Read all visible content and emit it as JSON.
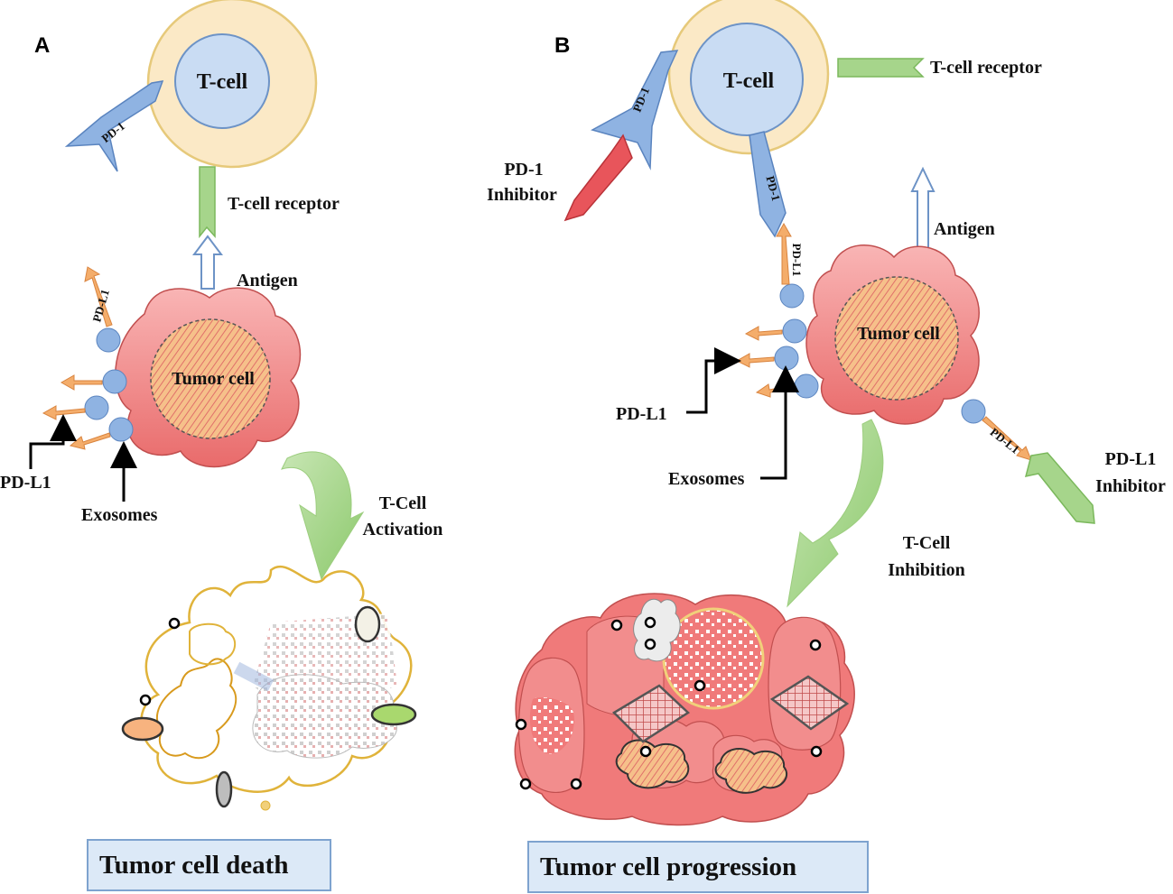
{
  "panels": {
    "a": "A",
    "b": "B"
  },
  "panel_a": {
    "t_cell": "T-cell",
    "pd1": "PD-1",
    "tcr": "T-cell receptor",
    "antigen": "Antigen",
    "tumor": "Tumor cell",
    "pdl1_small": "PD-L1",
    "pdl1": "PD-L1",
    "exosomes": "Exosomes",
    "activation_1": "T-Cell",
    "activation_2": "Activation",
    "outcome": "Tumor cell death"
  },
  "panel_b": {
    "t_cell": "T-cell",
    "pd1_top": "PD-1",
    "pd1_bottom": "PD-1",
    "tcr": "T-cell receptor",
    "pd1_inhibitor_1": "PD-1",
    "pd1_inhibitor_2": "Inhibitor",
    "antigen": "Antigen",
    "tumor": "Tumor cell",
    "pdl1_small_top": "PD-L1",
    "pdl1_small_right": "PD-L1",
    "pdl1": "PD-L1",
    "exosomes": "Exosomes",
    "pdl1_inhibitor_1": "PD-L1",
    "pdl1_inhibitor_2": "Inhibitor",
    "inhibition_1": "T-Cell",
    "inhibition_2": "Inhibition",
    "outcome": "Tumor cell progression"
  },
  "colors": {
    "tcell_outer": "#fbe9c6",
    "tcell_inner": "#c9dcf3",
    "receptor_green": "#a6d58b",
    "pd1_blue": "#7ea6dc",
    "pdl1_orange": "#f4ad6b",
    "tumor_red": "#f08a8a",
    "inhibitor_red": "#e8555b",
    "box_fill": "#dce9f7"
  }
}
